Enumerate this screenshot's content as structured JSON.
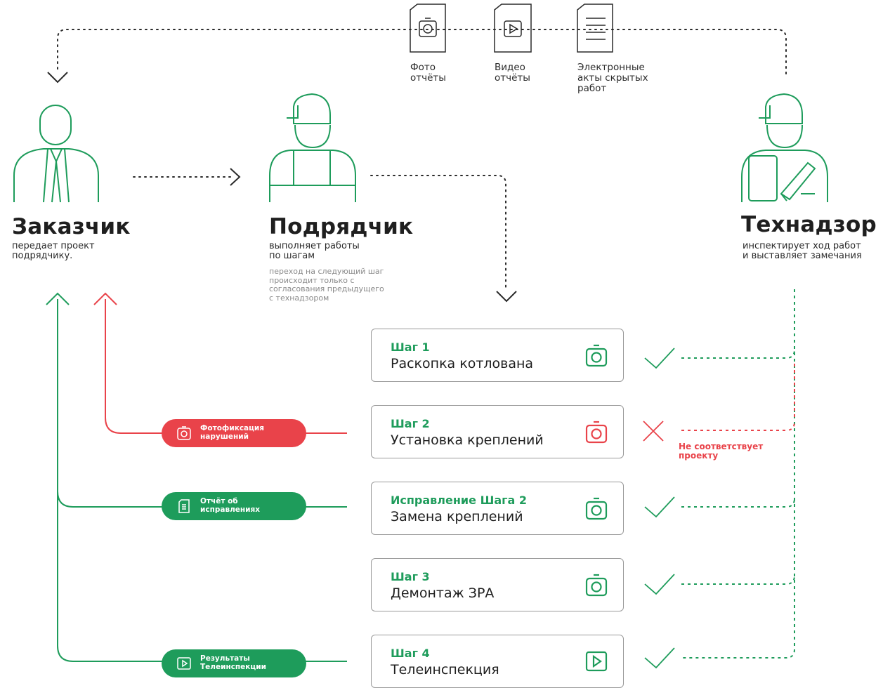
{
  "colors": {
    "green": "#1e9c5b",
    "red": "#e9434a",
    "gray": "#9a9a9a",
    "text": "#1e1e1e"
  },
  "documents": [
    {
      "icon": "photo-doc-icon",
      "label": [
        "Фото",
        "отчёты"
      ]
    },
    {
      "icon": "video-doc-icon",
      "label": [
        "Видео",
        "отчёты"
      ]
    },
    {
      "icon": "list-doc-icon",
      "label": [
        "Электронные",
        "акты скрытых",
        "работ"
      ]
    }
  ],
  "roles": {
    "customer": {
      "icon": "customer-icon",
      "title": "Заказчик",
      "desc": [
        "передает проект",
        "подрядчику."
      ]
    },
    "contractor": {
      "icon": "contractor-icon",
      "title": "Подрядчик",
      "desc": [
        "выполняет работы",
        "по шагам"
      ],
      "note": [
        "переход на следующий шаг",
        "происходит только с",
        "согласования предыдущего",
        "с технадзором"
      ]
    },
    "supervisor": {
      "icon": "supervisor-icon",
      "title": "Технадзор",
      "desc": [
        "инспектирует ход работ",
        "и выставляет замечания"
      ]
    }
  },
  "steps": [
    {
      "step": "Шаг 1",
      "title": "Раскопка котлована",
      "icon": "camera-icon",
      "status": "approved"
    },
    {
      "step": "Шаг 2",
      "title": "Установка креплений",
      "icon": "camera-icon",
      "status": "rejected",
      "status_text": [
        "Не соответствует",
        "проекту"
      ]
    },
    {
      "step": "Исправление Шага 2",
      "title": "Замена креплений",
      "icon": "camera-icon",
      "status": "approved"
    },
    {
      "step": "Шаг 3",
      "title": "Демонтаж ЗРА",
      "icon": "camera-icon",
      "status": "approved"
    },
    {
      "step": "Шаг 4",
      "title": "Телеинспекция",
      "icon": "play-icon",
      "status": "approved"
    }
  ],
  "reports": [
    {
      "label": [
        "Фотофиксация",
        "нарушений"
      ],
      "icon": "camera-icon",
      "color": "#e9434a"
    },
    {
      "label": [
        "Отчёт об",
        "исправлениях"
      ],
      "icon": "document-icon",
      "color": "#1e9c5b"
    },
    {
      "label": [
        "Результаты",
        "Телеинспекции"
      ],
      "icon": "play-icon",
      "color": "#1e9c5b"
    }
  ]
}
